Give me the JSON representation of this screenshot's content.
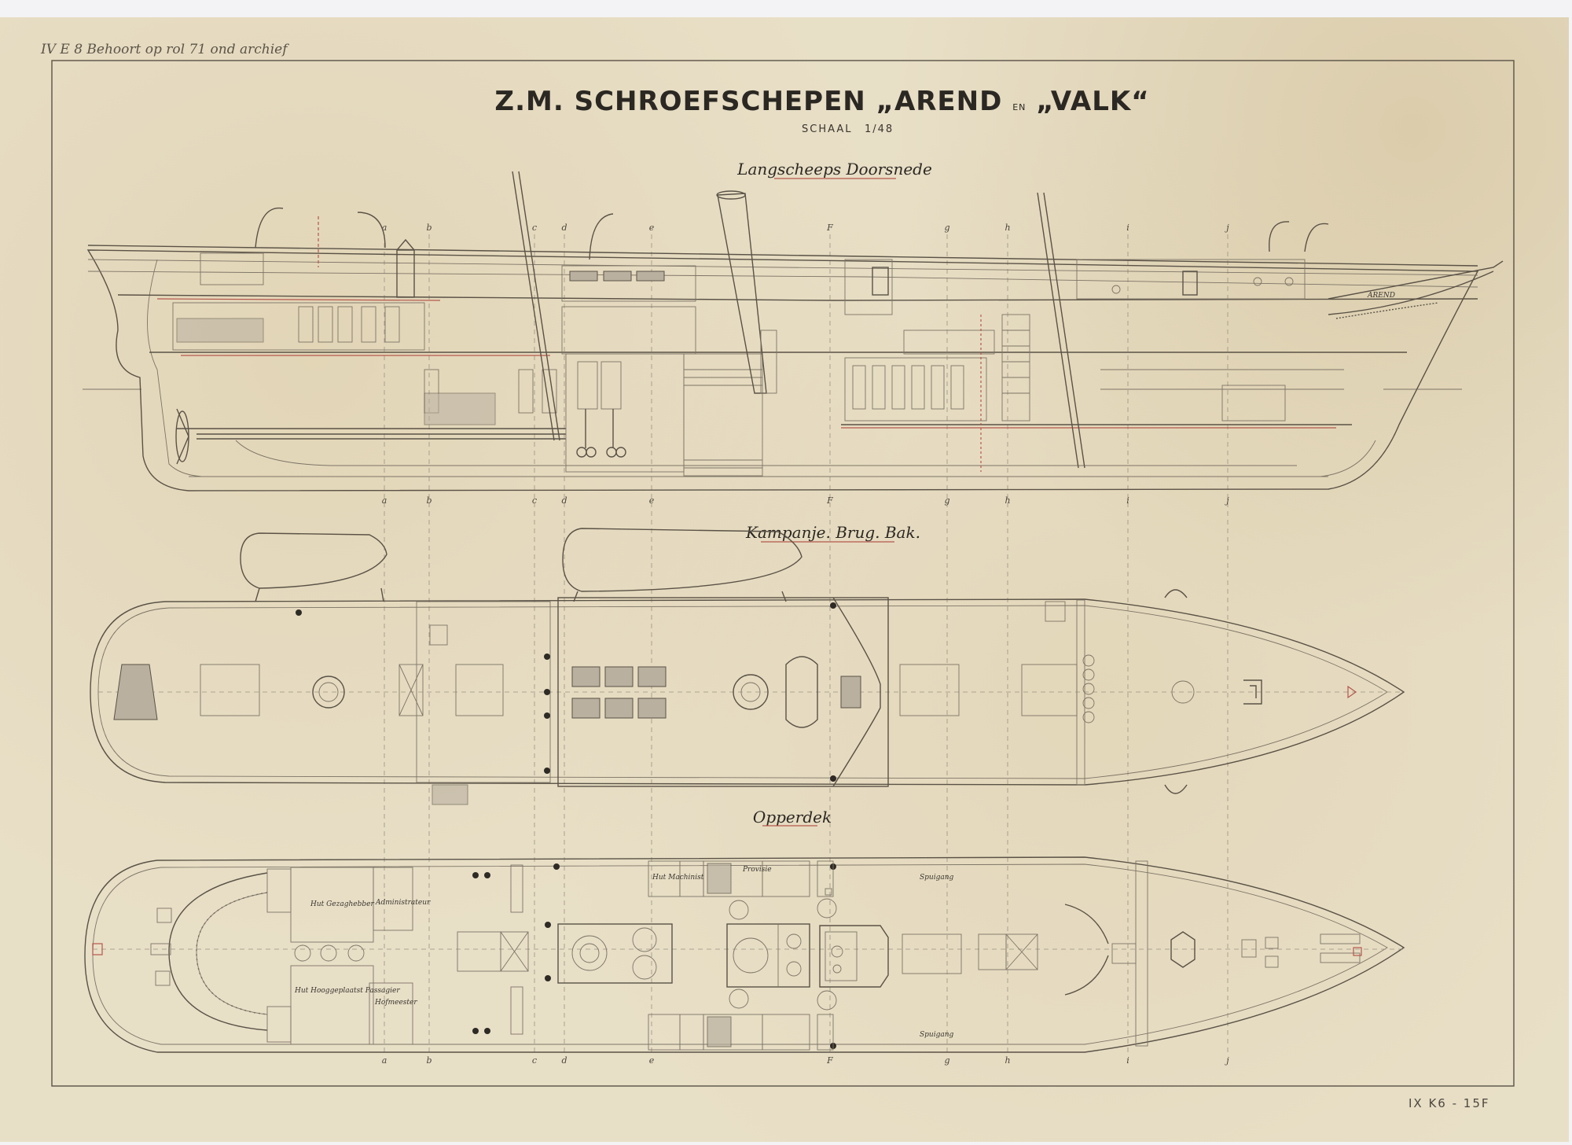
{
  "header": {
    "title_prefix": "Z.M.",
    "title_main": "SCHROEFSCHEPEN",
    "arend": "„AREND",
    "en": "EN",
    "valk": "„VALK“",
    "scale_label": "SCHAAL",
    "scale_value": "1/48"
  },
  "annotations": {
    "top_left_note": "IV E 8  Behoort op rol 71 ond archief",
    "reference_code": "IX K6 - 15F"
  },
  "sections": {
    "longitudinal": "Langscheeps Doorsnede",
    "upper_plan": "Kampanje. Brug. Bak.",
    "deck_plan": "Opperdek"
  },
  "hull_name": "AREND",
  "stations": [
    "a",
    "b",
    "c",
    "d",
    "e",
    "F",
    "g",
    "h",
    "i",
    "j"
  ],
  "rooms": {
    "hut_gezaghebber": "Hut Gezaghebber",
    "hut_passagier": "Hut Hooggeplaatst Passagier",
    "hofmeester": "Hofmeester",
    "administrateur": "Administrateur",
    "hut_machinist": "Hut Machinist",
    "provisie": "Provisie",
    "spuigang_1": "Spuigang",
    "spuigang_2": "Spuigang"
  },
  "colors": {
    "paper": "#e8dfc7",
    "ink": "#5a5246",
    "red_ink": "#b5574c"
  }
}
